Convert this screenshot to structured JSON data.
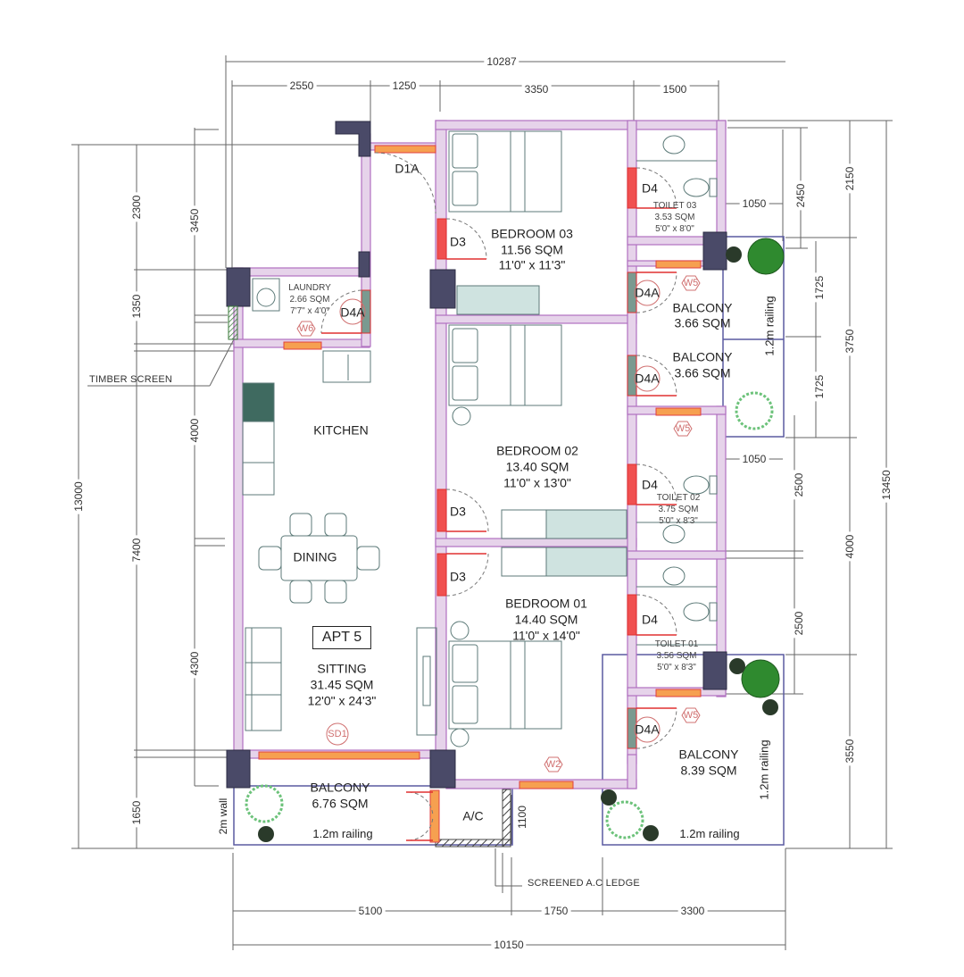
{
  "plan": {
    "apartment_label": "APT 5",
    "colors": {
      "wall_fill": "#e6d3ea",
      "wall_stroke": "#b070c0",
      "column": "#4a4a68",
      "door_red": "#f05050",
      "window_orange": "#f6a050",
      "furniture": "#5c7a78",
      "dimension": "#555555",
      "railing": "#5a5aa0",
      "plant_dark": "#2f8a2f",
      "plant_light": "#6cc27a"
    },
    "rooms": [
      {
        "id": "bedroom-03",
        "name": "BEDROOM 03",
        "area": "11.56 SQM",
        "size": "11'0\" x 11'3\""
      },
      {
        "id": "bedroom-02",
        "name": "BEDROOM 02",
        "area": "13.40 SQM",
        "size": "11'0\" x 13'0\""
      },
      {
        "id": "bedroom-01",
        "name": "BEDROOM 01",
        "area": "14.40 SQM",
        "size": "11'0\" x 14'0\""
      },
      {
        "id": "toilet-03",
        "name": "TOILET 03",
        "area": "3.53 SQM",
        "size": "5'0\" x 8'0\""
      },
      {
        "id": "toilet-02",
        "name": "TOILET 02",
        "area": "3.75 SQM",
        "size": "5'0\" x 8'3\""
      },
      {
        "id": "toilet-01",
        "name": "TOILET 01",
        "area": "3.56 SQM",
        "size": "5'0\" x 8'3\""
      },
      {
        "id": "laundry",
        "name": "LAUNDRY",
        "area": "2.66 SQM",
        "size": "7'7\" x 4'0\""
      },
      {
        "id": "kitchen",
        "name": "KITCHEN"
      },
      {
        "id": "dining",
        "name": "DINING"
      },
      {
        "id": "sitting",
        "name": "SITTING",
        "area": "31.45 SQM",
        "size": "12'0\" x 24'3\""
      },
      {
        "id": "balcony-a",
        "name": "BALCONY",
        "area": "3.66 SQM"
      },
      {
        "id": "balcony-b",
        "name": "BALCONY",
        "area": "3.66 SQM"
      },
      {
        "id": "balcony-c",
        "name": "BALCONY",
        "area": "8.39 SQM"
      },
      {
        "id": "balcony-d",
        "name": "BALCONY",
        "area": "6.76 SQM"
      },
      {
        "id": "ac",
        "name": "A/C"
      }
    ],
    "doors": [
      "D1A",
      "D3",
      "D3",
      "D3",
      "D4",
      "D4",
      "D4",
      "D4A",
      "D4A",
      "D4A",
      "D4A"
    ],
    "windows": [
      "W6",
      "W5",
      "W5",
      "W5",
      "W2",
      "SD1"
    ],
    "notes": {
      "timber_screen": "TIMBER SCREEN",
      "ac_ledge": "SCREENED A.C LEDGE",
      "railing": "1.2m railing",
      "wall_2m": "2m wall"
    },
    "dimensions": {
      "top_overall": "10287",
      "top": [
        "2550",
        "1250",
        "3350",
        "1500"
      ],
      "bottom": [
        "5100",
        "1750",
        "3300"
      ],
      "bottom_overall": "10150",
      "left_outer": "13000",
      "left_mid": [
        "2300",
        "1350",
        "7400",
        "1650"
      ],
      "left_inner": [
        "3450",
        "4000",
        "4300"
      ],
      "right_inner": [
        "2450",
        "2500",
        "2500"
      ],
      "right_mid": [
        "1725",
        "1725"
      ],
      "right_outer_a": [
        "2150",
        "3750",
        "4000",
        "3550"
      ],
      "right_overall": "13450",
      "toilet_width_1": "1050",
      "toilet_width_2": "1050",
      "ac_depth": "1100"
    }
  }
}
